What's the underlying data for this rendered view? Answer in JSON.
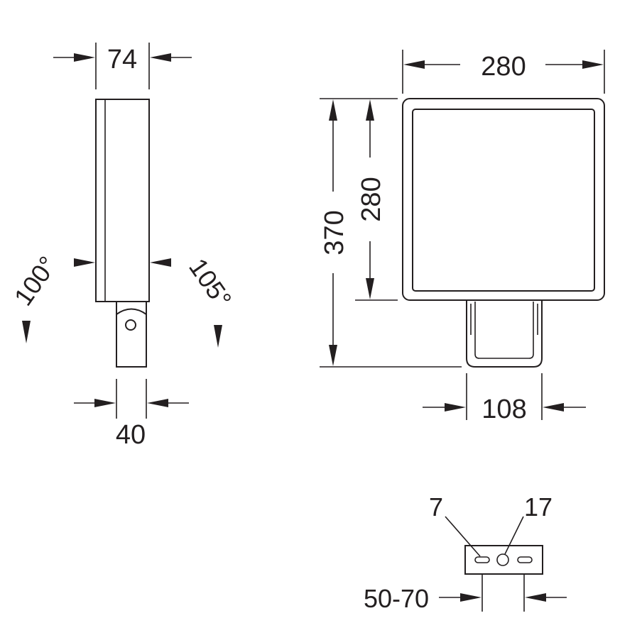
{
  "drawing": {
    "side_view": {
      "width_top": "74",
      "width_bottom": "40",
      "tilt_left": "100°",
      "tilt_right": "105°"
    },
    "front_view": {
      "width": "280",
      "height_total": "370",
      "height_head": "280",
      "bracket_width": "108"
    },
    "bracket_detail": {
      "slot_label": "7",
      "hole_label": "17",
      "mount_range": "50-70"
    }
  }
}
